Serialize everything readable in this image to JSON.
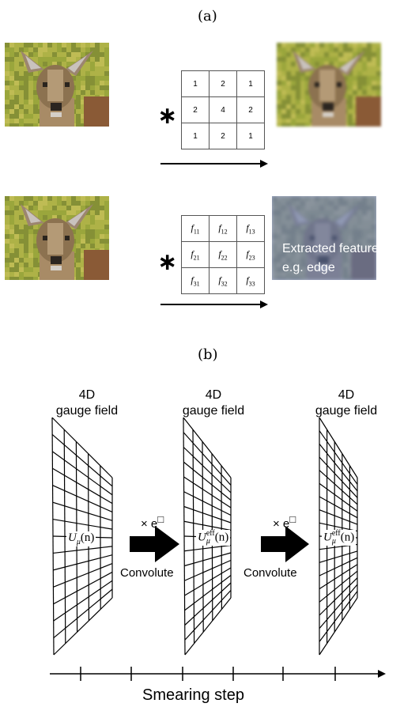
{
  "panel_a": {
    "label": "(a)",
    "row1": {
      "operator": "∗",
      "kernel": [
        [
          "1",
          "2",
          "1"
        ],
        [
          "2",
          "4",
          "2"
        ],
        [
          "1",
          "2",
          "1"
        ]
      ]
    },
    "row2": {
      "operator": "∗",
      "kernel": [
        [
          "f11",
          "f12",
          "f13"
        ],
        [
          "f21",
          "f22",
          "f23"
        ],
        [
          "f31",
          "f32",
          "f33"
        ]
      ],
      "kernel_display": [
        [
          [
            "f",
            "11"
          ],
          [
            "f",
            "12"
          ],
          [
            "f",
            "13"
          ]
        ],
        [
          [
            "f",
            "21"
          ],
          [
            "f",
            "22"
          ],
          [
            "f",
            "23"
          ]
        ],
        [
          [
            "f",
            "31"
          ],
          [
            "f",
            "32"
          ],
          [
            "f",
            "33"
          ]
        ]
      ],
      "output_text_line1": "Extracted feature",
      "output_text_line2": "e.g. edge"
    }
  },
  "panel_b": {
    "label": "(b)",
    "fields": [
      {
        "title_line1": "4D",
        "title_line2": "gauge field",
        "symbol": "U",
        "sub": "μ",
        "sup": "",
        "arg": "(n)"
      },
      {
        "title_line1": "4D",
        "title_line2": "gauge field",
        "symbol": "U",
        "sub": "μ",
        "sup": "eff",
        "arg": "(n)"
      },
      {
        "title_line1": "4D",
        "title_line2": "gauge field",
        "symbol": "U",
        "sub": "μ",
        "sup": "eff",
        "arg": "(n)"
      }
    ],
    "operations": [
      {
        "multiplier": "× e",
        "box": "□",
        "action": "Convolute"
      },
      {
        "multiplier": "× e",
        "box": "□",
        "action": "Convolute"
      }
    ],
    "axis_label": "Smearing step"
  },
  "colors": {
    "grass": "#9aa63c",
    "deer": "#8c7250",
    "feature_overlay": "#6f7fa8"
  }
}
